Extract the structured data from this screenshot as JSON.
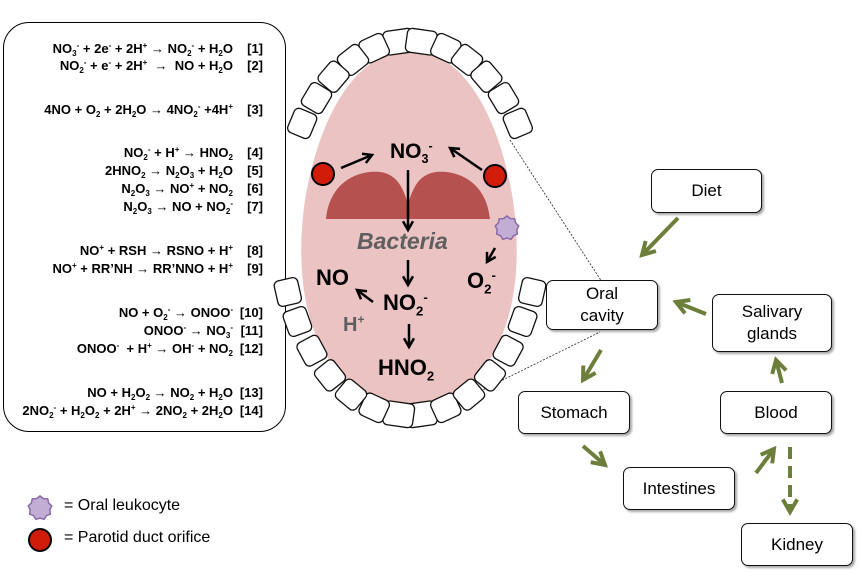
{
  "equations": [
    {
      "lhs": "NO3- + 2e- + 2H+",
      "rhs": "NO2- + H2O",
      "html": "NO<sub>3</sub><sup>-</sup> + 2e<sup>-</sup> + 2H<sup>+</sup> &rarr; NO<sub>2</sub><sup>-</sup> + H<sub>2</sub>O",
      "number": "[1]"
    },
    {
      "lhs": "NO2- + e- + 2H+",
      "rhs": "NO + H2O",
      "html": "NO<sub>2</sub><sup>-</sup> + e<sup>-</sup> + 2H<sup>+</sup> &nbsp;&rarr; &nbsp;NO + H<sub>2</sub>O",
      "number": "[2]"
    },
    {
      "lhs": "4NO + O2 + 2H2O",
      "rhs": "4NO2- +4H+",
      "html": "4NO + O<sub>2</sub> + 2H<sub>2</sub>O &rarr; 4NO<sub>2</sub><sup>-</sup> +4H<sup>+</sup>",
      "number": "[3]"
    },
    {
      "lhs": "NO2- + H+",
      "rhs": "HNO2",
      "html": "NO<sub>2</sub><sup>-</sup> + H<sup>+</sup> &rarr; HNO<sub>2</sub>",
      "number": "[4]"
    },
    {
      "lhs": "2HNO2",
      "rhs": "N2O3 + H2O",
      "html": "2HNO<sub>2</sub> &rarr; N<sub>2</sub>O<sub>3</sub> + H<sub>2</sub>O",
      "number": "[5]"
    },
    {
      "lhs": "N2O3",
      "rhs": "NO+ + NO2",
      "html": "N<sub>2</sub>O<sub>3</sub> &rarr; NO<sup>+</sup> + NO<sub>2</sub>",
      "number": "[6]"
    },
    {
      "lhs": "N2O3",
      "rhs": "NO + NO2-",
      "html": "N<sub>2</sub>O<sub>3</sub> &rarr; NO + NO<sub>2</sub><sup>-</sup>",
      "number": "[7]"
    },
    {
      "lhs": "NO+ + RSH",
      "rhs": "RSNO + H+",
      "html": "NO<sup>+</sup> + RSH &rarr; RSNO + H<sup>+</sup>",
      "number": "[8]"
    },
    {
      "lhs": "NO+ + RR'NH",
      "rhs": "RR'NNO + H+",
      "html": "NO<sup>+</sup> + RR&rsquo;NH &rarr; RR&rsquo;NNO + H<sup>+</sup>",
      "number": "[9]"
    },
    {
      "lhs": "NO + O2-",
      "rhs": "ONOO-",
      "html": "NO + O<sub>2</sub><sup>-</sup> &rarr; ONOO<sup>-</sup>",
      "number": "[10]"
    },
    {
      "lhs": "ONOO-",
      "rhs": "NO3-",
      "html": "ONOO<sup>-</sup> &rarr; NO<sub>3</sub><sup>-</sup>",
      "number": "[11]"
    },
    {
      "lhs": "ONOO- + H+",
      "rhs": "OH- + NO2",
      "html": "ONOO<sup>-</sup> &nbsp;+ H<sup>+</sup> &rarr; OH<sup>-</sup> + NO<sub>2</sub>",
      "number": "[12]"
    },
    {
      "lhs": "NO + H2O2",
      "rhs": "NO2 + H2O",
      "html": "NO + H<sub>2</sub>O<sub>2</sub> &rarr; NO<sub>2</sub> + H<sub>2</sub>O",
      "number": "[13]"
    },
    {
      "lhs": "2NO2- + H2O2 + 2H+",
      "rhs": "2NO2 + 2H2O",
      "html": "2NO<sub>2</sub><sup>-</sup> + H<sub>2</sub>O<sub>2</sub> + 2H<sup>+</sup> &rarr; 2NO<sub>2</sub> + 2H<sub>2</sub>O",
      "number": "[14]"
    }
  ],
  "mouth": {
    "nitrate": "NO3-",
    "bacteria": "Bacteria",
    "nitric_oxide": "NO",
    "nitrite": "NO2-",
    "proton": "H+",
    "nitrous_acid": "HNO2",
    "superoxide": "O2-"
  },
  "flow": {
    "nodes": {
      "diet": "Diet",
      "oral_cavity_1": "Oral",
      "oral_cavity_2": "cavity",
      "salivary_1": "Salivary",
      "salivary_2": "glands",
      "stomach": "Stomach",
      "blood": "Blood",
      "intestines": "Intestines",
      "kidney": "Kidney"
    },
    "edges": [
      {
        "from": "Diet",
        "to": "Oral cavity",
        "style": "solid"
      },
      {
        "from": "Salivary glands",
        "to": "Oral cavity",
        "style": "solid"
      },
      {
        "from": "Oral cavity",
        "to": "Stomach",
        "style": "solid"
      },
      {
        "from": "Stomach",
        "to": "Intestines",
        "style": "solid"
      },
      {
        "from": "Intestines",
        "to": "Blood",
        "style": "solid"
      },
      {
        "from": "Blood",
        "to": "Salivary glands",
        "style": "solid"
      },
      {
        "from": "Blood",
        "to": "Kidney",
        "style": "dashed"
      }
    ]
  },
  "legend": {
    "leukocyte": "= Oral leukocyte",
    "parotid": "= Parotid duct orifice"
  },
  "colors": {
    "mouth_fill": "#ecc3c3",
    "tongue": "#b5514e",
    "parotid": "#d21c0a",
    "leukocyte": "#c2aed4",
    "leukocyte_stroke": "#8a6aaa",
    "arrow_green": "#6b7f3a",
    "bacteria_text": "#5f5f5f"
  }
}
